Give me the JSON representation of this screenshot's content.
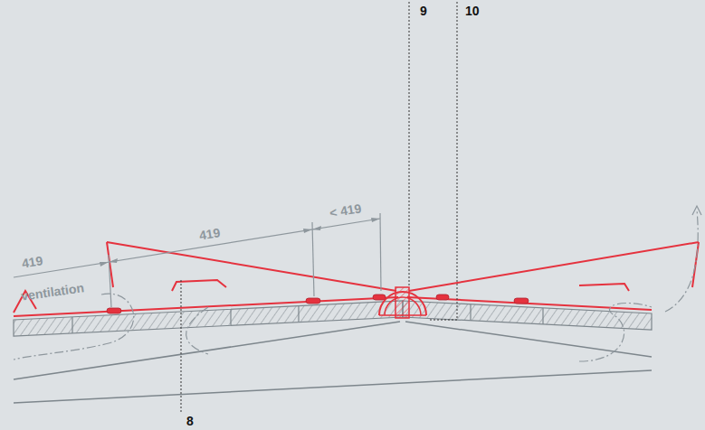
{
  "diagram": {
    "labels": [
      "9",
      "10",
      "419",
      "419",
      "< 419",
      "ventilation",
      "8"
    ]
  }
}
